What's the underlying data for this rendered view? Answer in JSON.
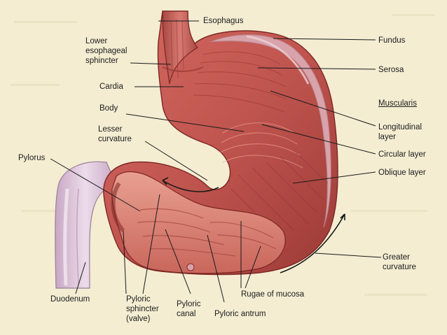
{
  "labels": {
    "esophagus": "Esophagus",
    "lower_esophageal_sphincter": [
      "Lower",
      "esophageal",
      "sphincter"
    ],
    "cardia": "Cardia",
    "body": "Body",
    "lesser_curvature": [
      "Lesser",
      "curvature"
    ],
    "pylorus": "Pylorus",
    "duodenum": "Duodenum",
    "pyloric_sphincter": [
      "Pyloric",
      "sphincter",
      "(valve)"
    ],
    "pyloric_canal": [
      "Pyloric",
      "canal"
    ],
    "pyloric_antrum": "Pyloric antrum",
    "rugae_of_mucosa": "Rugae of mucosa",
    "fundus": "Fundus",
    "serosa": "Serosa",
    "muscularis": "Muscularis",
    "longitudinal_layer": [
      "Longitudinal",
      "layer"
    ],
    "circular_layer": "Circular layer",
    "oblique_layer": "Oblique layer",
    "greater_curvature": [
      "Greater",
      "curvature"
    ]
  },
  "colors": {
    "background": "#f4edd2",
    "muscle": "#c0554f",
    "muscle_dark": "#8f2f2d",
    "serosa": "#d49aa0",
    "duodenum": "#d9c0d6",
    "mucosa": "#d9897d",
    "leader": "#1a1a1a"
  }
}
